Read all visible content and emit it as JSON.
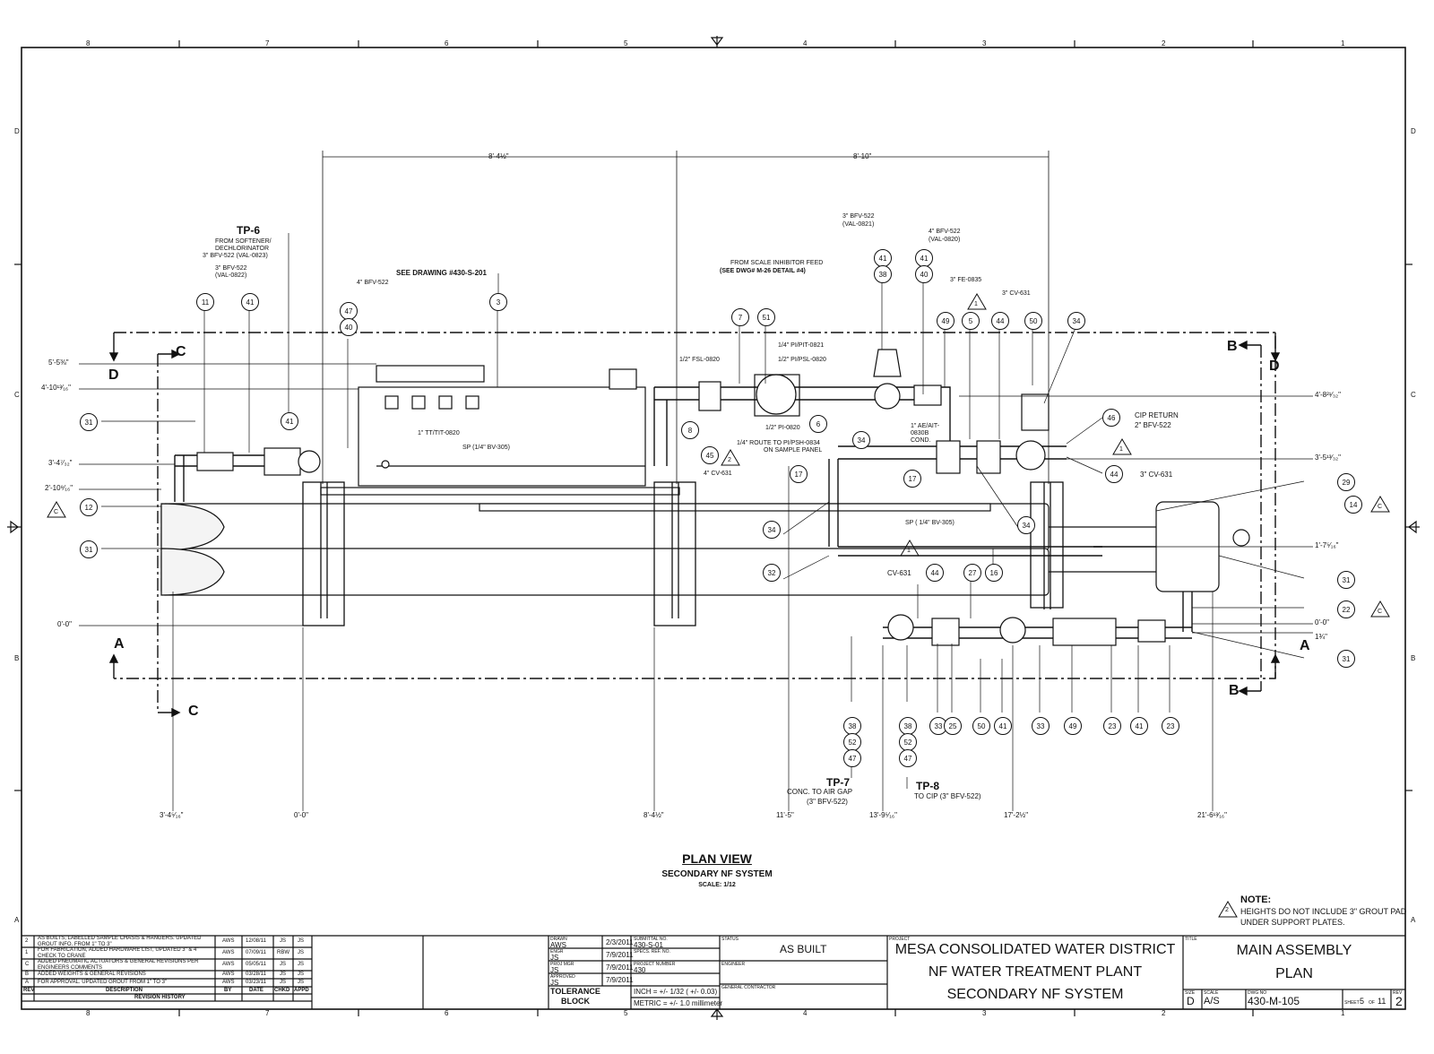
{
  "border": {
    "zones_top": [
      "8",
      "7",
      "6",
      "5",
      "4",
      "3",
      "2",
      "1"
    ],
    "zones_side": [
      "D",
      "C",
      "B",
      "A"
    ]
  },
  "view": {
    "title": "PLAN VIEW",
    "subtitle": "SECONDARY NF SYSTEM",
    "scale": "SCALE: 1/12"
  },
  "note": {
    "heading": "NOTE:",
    "rev_marker": "2",
    "text_line1": "HEIGHTS DO NOT INCLUDE 3\" GROUT PAD",
    "text_line2": "UNDER SUPPORT PLATES."
  },
  "dims": {
    "top_left": "8'-4½\"",
    "top_right": "8'-10\"",
    "left": [
      "5'-5⅜\"",
      "4'-10¹³⁄₁₆\"",
      "3'-4⁷⁄₃₂\"",
      "2'-10⁹⁄₁₆\"",
      "0'-0\""
    ],
    "right": [
      "4'-8²¹⁄₃₂\"",
      "3'-5¹³⁄₃₂\"",
      "1'-7⁵⁄₁₆\"",
      "0'-0\"",
      "1¾\""
    ],
    "bottom": [
      "3'-4⁵⁄₁₆\"",
      "0'-0\"",
      "8'-4½\"",
      "11'-5\"",
      "13'-9⁵⁄₁₆\"",
      "17'-2½\"",
      "21'-6¹³⁄₁₆\""
    ]
  },
  "sections": {
    "a": "A",
    "b": "B",
    "c": "C",
    "d": "D"
  },
  "callouts": {
    "tp6": "TP-6",
    "tp6_l1": "FROM SOFTENER/",
    "tp6_l2": "DECHLORINATOR",
    "tp6_l3": "3\" BFV-522 (VAL-0823)",
    "bfv0822_a": "3\" BFV-522",
    "bfv0822_b": "(VAL-0822)",
    "bfv4": "4\" BFV-522",
    "see_drawing": "SEE DRAWING #430-S-201",
    "scale_inhib_1": "FROM SCALE INHIBITOR FEED",
    "scale_inhib_2": "(SEE DWG# M-26 DETAIL #4)",
    "bfv0821_a": "3\" BFV-522",
    "bfv0821_b": "(VAL-0821)",
    "bfv0820_a": "4\" BFV-522",
    "bfv0820_b": "(VAL-0820)",
    "fe0835": "3\" FE-0835",
    "cv631_3": "3\" CV-631",
    "pi_pit": "1/4\" PI/PIT-0821",
    "pi_psl": "1/2\" PI/PSL-0820",
    "fsl": "1/2\" FSL-0820",
    "pi0820": "1/2\" PI-0820",
    "tt": "1\" TT/TIT-0820",
    "sp_left": "SP (1/4\" BV-305)",
    "route_1": "1/4\" ROUTE TO PI/PSH-0834",
    "route_2": "ON SAMPLE PANEL",
    "cv4": "4\" CV-631",
    "ae_1": "1\" AE/AIT-",
    "ae_2": "0830B",
    "ae_3": "COND.",
    "cip_1": "CIP RETURN",
    "cip_2": "2\" BFV-522",
    "cv631_right": "3\" CV-631",
    "sp_mid": "SP ( 1/4\" BV-305)",
    "cv631_mid": "CV-631",
    "tp7": "TP-7",
    "tp7_l1": "CONC. TO AIR GAP",
    "tp7_l2": "(3\" BFV-522)",
    "tp8": "TP-8",
    "tp8_l1": "TO CIP (3\" BFV-522)"
  },
  "bubbles": {
    "b11": "11",
    "b41a": "41",
    "b41b": "41",
    "b47a": "47",
    "b40a": "40",
    "b3": "3",
    "b31a": "31",
    "b12": "12",
    "b31b": "31",
    "b7": "7",
    "b51": "51",
    "b41c": "41",
    "b38a": "38",
    "b41d": "41",
    "b40b": "40",
    "b49a": "49",
    "b5": "5",
    "b44a": "44",
    "b50a": "50",
    "b34a": "34",
    "b8": "8",
    "b6": "6",
    "b45": "45",
    "b34b": "34",
    "b46": "46",
    "b44b": "44",
    "b17a": "17",
    "b17b": "17",
    "b29": "29",
    "b14": "14",
    "b34c": "34",
    "b34d": "34",
    "b31c": "31",
    "b32": "32",
    "b44c": "44",
    "b27": "27",
    "b16": "16",
    "b22": "22",
    "b31d": "31",
    "b38b": "38",
    "b52a": "52",
    "b47b": "47",
    "b38c": "38",
    "b52b": "52",
    "b47c": "47",
    "b33a": "33",
    "b25": "25",
    "b50b": "50",
    "b41e": "41",
    "b33b": "33",
    "b49b": "49",
    "b23a": "23",
    "b41f": "41",
    "b23b": "23",
    "tri1a": "1",
    "tri1b": "1",
    "tri1c": "1",
    "tri2": "2",
    "triC_12": "C",
    "triC_14": "C",
    "triC_22": "C"
  },
  "revision": {
    "rows": [
      {
        "rev": "2",
        "desc": "AS BUILTS, LABELLED SAMPLE CHASIS & HANGERS. UPDATED GROUT INFO. FROM 1\" TO 3\"",
        "by": "AWS",
        "date": "12/08/11",
        "chkd": "JS",
        "appd": "JS"
      },
      {
        "rev": "1",
        "desc": "FOR FABRICATION, ADDED HARDWARE LIST, UPDATED 3\" & 4\" CHECK TO CRANE",
        "by": "AWS",
        "date": "07/09/11",
        "chkd": "RBW",
        "appd": "JS"
      },
      {
        "rev": "C",
        "desc": "ADDED PNEUMATIC ACTUATORS & GENERAL REVISIONS PER ENGINEERS COMMENTS",
        "by": "AWS",
        "date": "05/05/11",
        "chkd": "JS",
        "appd": "JS"
      },
      {
        "rev": "B",
        "desc": "ADDED WEIGHTS & GENERAL REVISIONS",
        "by": "AWS",
        "date": "03/28/11",
        "chkd": "JS",
        "appd": "JS"
      },
      {
        "rev": "A",
        "desc": "FOR APPROVAL. UPDATED GROUT FROM 1\" TO 3\"",
        "by": "AWS",
        "date": "03/23/11",
        "chkd": "JS",
        "appd": "JS"
      }
    ],
    "header": {
      "rev": "REV",
      "desc": "DESCRIPTION",
      "by": "BY",
      "date": "DATE",
      "chkd": "CHKD",
      "appd": "APPD"
    },
    "footer": "REVISION HISTORY"
  },
  "titleblock": {
    "drawn_lbl": "DRAWN",
    "drawn": "AWS",
    "drawn_date": "2/3/2011",
    "engr_lbl": "ENGR",
    "engr": "JS",
    "engr_date": "7/9/2011",
    "proj_mgr_lbl": "PROJ MGR",
    "proj_mgr": "JS",
    "proj_mgr_date": "7/9/2011",
    "approved_lbl": "APPROVED",
    "approved": "JS",
    "approved_date": "7/9/2011",
    "submittal_lbl": "SUBMITTAL NO.",
    "submittal": "430-S-01",
    "spec_lbl": "SPECS. REF. NO.",
    "project_number_lbl": "PROJECT NUMBER",
    "project_number": "430",
    "tolerance_lbl1": "TOLERANCE",
    "tolerance_lbl2": "BLOCK",
    "tol_inch": "INCH = +/- 1/32 ( +/- 0.03)",
    "tol_metric": "METRIC = +/- 1.0 millimeter",
    "status_lbl": "STATUS",
    "status": "AS BUILT",
    "engineer_lbl": "ENGINEER",
    "gc_lbl": "GENERAL CONTRACTOR",
    "project_lbl": "PROJECT",
    "project_l1": "MESA CONSOLIDATED WATER DISTRICT",
    "project_l2": "NF WATER TREATMENT PLANT",
    "project_l3": "SECONDARY NF SYSTEM",
    "title_lbl": "TITLE",
    "title_l1": "MAIN ASSEMBLY",
    "title_l2": "PLAN",
    "size_lbl": "SIZE",
    "size": "D",
    "scale_lbl": "SCALE",
    "scale": "A/S",
    "dwg_lbl": "DWG NO",
    "dwg": "430-M-105",
    "sheet_lbl": "SHEET",
    "sheet": "5",
    "of_lbl": "OF",
    "sheets": "11",
    "rev_lbl": "REV",
    "rev": "2"
  }
}
